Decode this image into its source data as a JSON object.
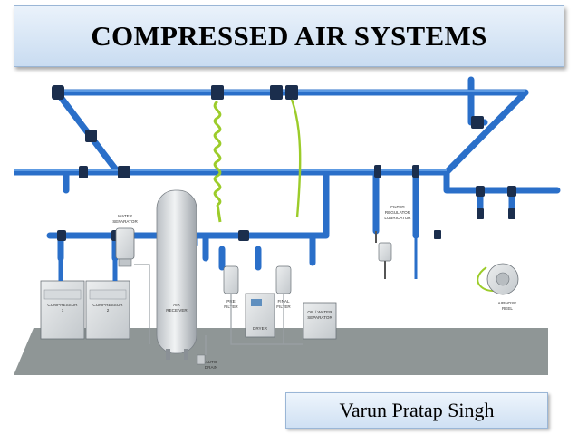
{
  "header": {
    "title": "COMPRESSED AIR SYSTEMS"
  },
  "footer": {
    "author": "Varun Pratap Singh"
  },
  "diagram": {
    "labels": {
      "water_separator": [
        "WATER",
        "SEPARATOR"
      ],
      "compressor_1": [
        "COMPRESSOR",
        "1"
      ],
      "compressor_2": [
        "COMPRESSOR",
        "2"
      ],
      "air_receiver": [
        "AIR",
        "RECEIVER"
      ],
      "pre_filter": [
        "PRE",
        "FILTER"
      ],
      "dryer": [
        "DRYER"
      ],
      "final_filter": [
        "FINAL",
        "FILTER"
      ],
      "oil_water_separator": [
        "OIL / WATER",
        "SEPARATOR"
      ],
      "filter_regulator_lubricator": [
        "FILTER",
        "REGULATOR",
        "LUBRICATOR"
      ],
      "airhose_reel": [
        "AIRHOSE",
        "REEL"
      ],
      "auto_drain": [
        "AUTO",
        "DRAIN"
      ]
    },
    "colors": {
      "pipe": "#2a6fc9",
      "pipe_dark": "#1d4f99",
      "floor": "#8f9696",
      "hose_green": "#9ccc2a",
      "equipment": "#d9dcde"
    }
  }
}
